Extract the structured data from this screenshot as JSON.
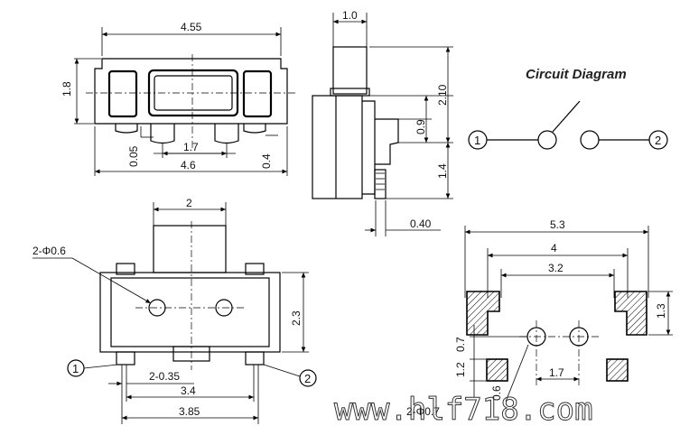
{
  "circuit": {
    "title": "Circuit Diagram",
    "pin1": "1",
    "pin2": "2"
  },
  "front": {
    "width_top": "4.55",
    "height": "1.8",
    "gap": "0.05",
    "pitch": "1.7",
    "width_bottom": "4.6",
    "pad": "0.4"
  },
  "side": {
    "width": "1.0",
    "h_top": "2.10",
    "h_mid": "0.9",
    "h_bot": "1.4",
    "lead": "0.40"
  },
  "top": {
    "actuator": "2",
    "holes": "2-Φ0.6",
    "height": "2.3",
    "pin_w": "2-0.35",
    "span1": "3.4",
    "span2": "3.85",
    "pin1": "1",
    "pin2": "2"
  },
  "pcb": {
    "w_out": "5.3",
    "w_mid": "4",
    "w_in": "3.2",
    "h_pad": "1.3",
    "v1": "0.7",
    "v2": "1.2",
    "v3": "0.6",
    "pitch": "1.7",
    "holes": "2-Φ0.7"
  },
  "watermark": "www.hlf718.com"
}
